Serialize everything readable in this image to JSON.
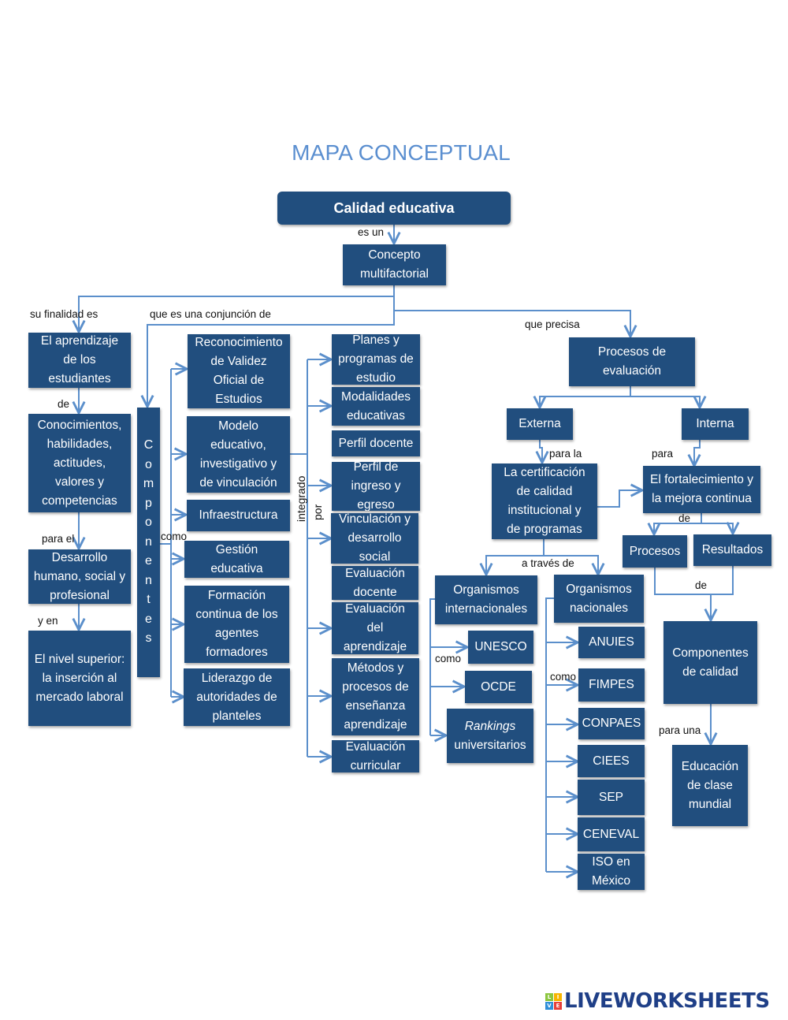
{
  "title": "MAPA CONCEPTUAL",
  "colors": {
    "node_fill": "#214e7e",
    "node_text": "#ffffff",
    "connector": "#5b8fcb",
    "title": "#5b8fd0"
  },
  "nodes": {
    "calidad": "Calidad educativa",
    "concepto": "Concepto\nmultifactorial",
    "aprendizaje": "El aprendizaje\nde los\nestudiantes",
    "conocimientos": "Conocimientos,\nhabilidades,\nactitudes,\nvalores  y\ncompetencias",
    "desarrollo": "Desarrollo\nhumano, social y\nprofesional",
    "nivel_superior": "El nivel superior:\nla inserción al\nmercado laboral",
    "componentes_letters": [
      "C",
      "o",
      "m",
      "p",
      "o",
      "n",
      "e",
      "n",
      "t",
      "e",
      "s"
    ],
    "reconocimiento": "Reconocimiento\nde Validez\nOficial de\nEstudios",
    "modelo": "Modelo\neducativo,\ninvestigativo y\nde vinculación",
    "infraestructura": "Infraestructura",
    "gestion": "Gestión\neducativa",
    "formacion": "Formación\ncontinua de los\nagentes\nformadores",
    "liderazgo": "Liderazgo de\nautoridades de\nplanteles",
    "planes": "Planes y\nprogramas de\nestudio",
    "modalidades": "Modalidades\neducativas",
    "perfil_docente": "Perfil docente",
    "perfil_ingreso": "Perfil de\ningreso y\negreso",
    "vinculacion": "Vinculación y\ndesarrollo\nsocial",
    "eval_docente": "Evaluación\ndocente",
    "eval_aprendizaje": "Evaluación\ndel\naprendizaje",
    "metodos": "Métodos y\nprocesos de\nenseñanza\naprendizaje",
    "eval_curricular": "Evaluación\ncurricular",
    "procesos_eval": "Procesos de\nevaluación",
    "externa": "Externa",
    "interna": "Interna",
    "certificacion": "La certificación\nde calidad\ninstitucional y\nde programas",
    "fortalecimiento": "El fortalecimiento y\nla mejora continua",
    "procesos": "Procesos",
    "resultados": "Resultados",
    "org_internacionales": "Organismos\ninternacionales",
    "org_nacionales": "Organismos\nnacionales",
    "unesco": "UNESCO",
    "ocde": "OCDE",
    "rankings_em": "Rankings",
    "rankings_rest": "universitarios",
    "anuies": "ANUIES",
    "fimpes": "FIMPES",
    "conpaes": "CONPAES",
    "ciees": "CIEES",
    "sep": "SEP",
    "ceneval": "CENEVAL",
    "iso": "ISO en\nMéxico",
    "componentes_calidad": "Componentes\nde calidad",
    "educacion_mundial": "Educación\nde clase\nmundial"
  },
  "labels": {
    "es_un": "es un",
    "su_finalidad": "su finalidad es",
    "conjuncion": "que es una conjunción de",
    "que_precisa": "que precisa",
    "de1": "de",
    "para_el": "para el",
    "y_en": "y en",
    "como_comp": "como",
    "integrado": "integrado",
    "por": "por",
    "para_la": "para la",
    "para": "para",
    "de2": "de",
    "a_traves": "a través de",
    "como_int": "como",
    "como_nac": "como",
    "de3": "de",
    "para_una": "para una"
  },
  "footer": {
    "logo_tiles": [
      "L",
      "I",
      "V",
      "E"
    ],
    "logo_tile_colors": [
      "#8cc63f",
      "#f7b500",
      "#2f8fd8",
      "#e8403a"
    ],
    "logo_text": "LIVEWORKSHEETS"
  }
}
